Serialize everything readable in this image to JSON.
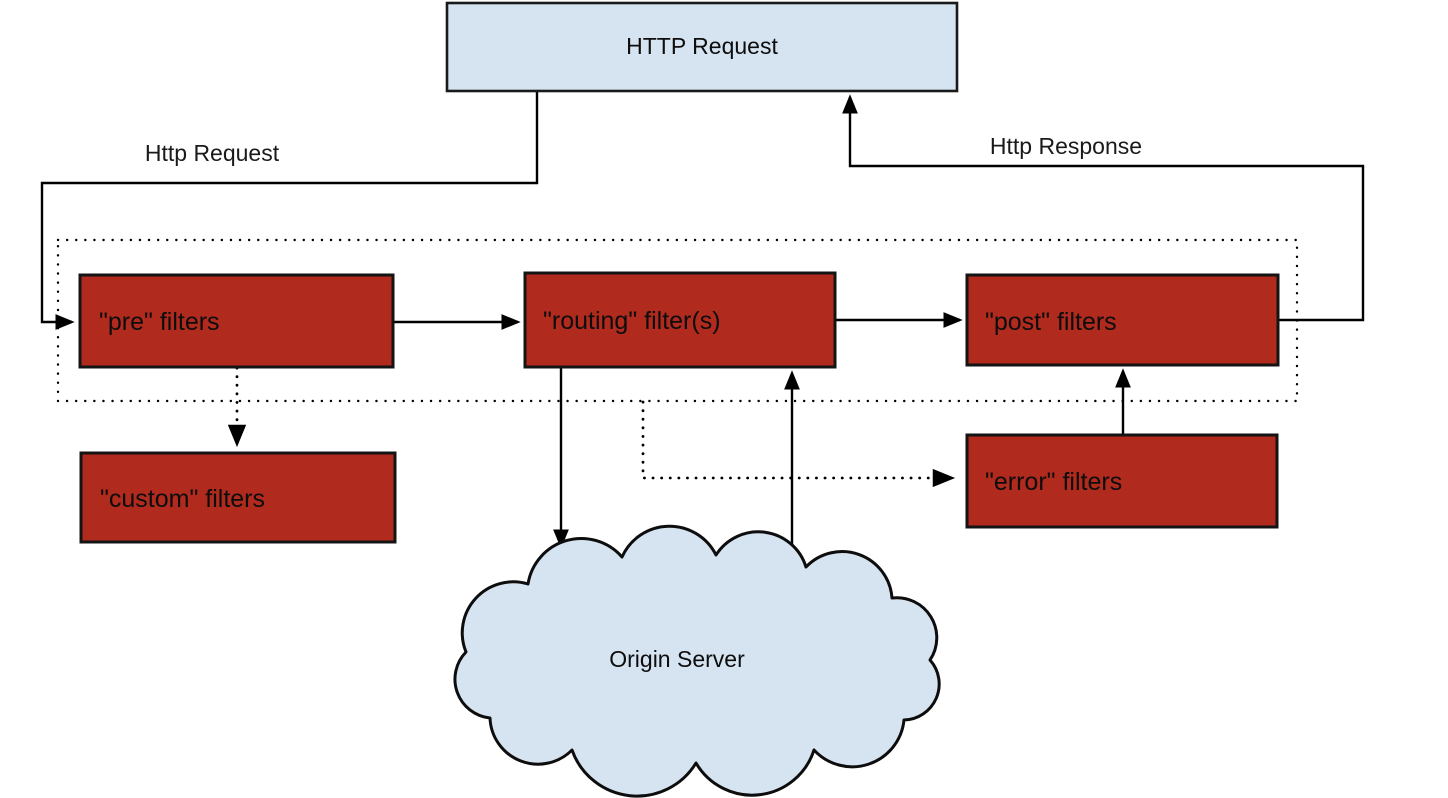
{
  "colors": {
    "filter_box": "#b02a1e",
    "io_shape": "#d6e3f1",
    "line": "#000000",
    "background": "#ffffff"
  },
  "nodes": {
    "http_request": "HTTP Request",
    "pre_filters": "\"pre\" filters",
    "routing_filters": "\"routing\" filter(s)",
    "post_filters": "\"post\" filters",
    "custom_filters": "\"custom\" filters",
    "error_filters": "\"error\" filters",
    "origin_server": "Origin Server"
  },
  "edge_labels": {
    "http_request": "Http Request",
    "http_response": "Http Response"
  }
}
